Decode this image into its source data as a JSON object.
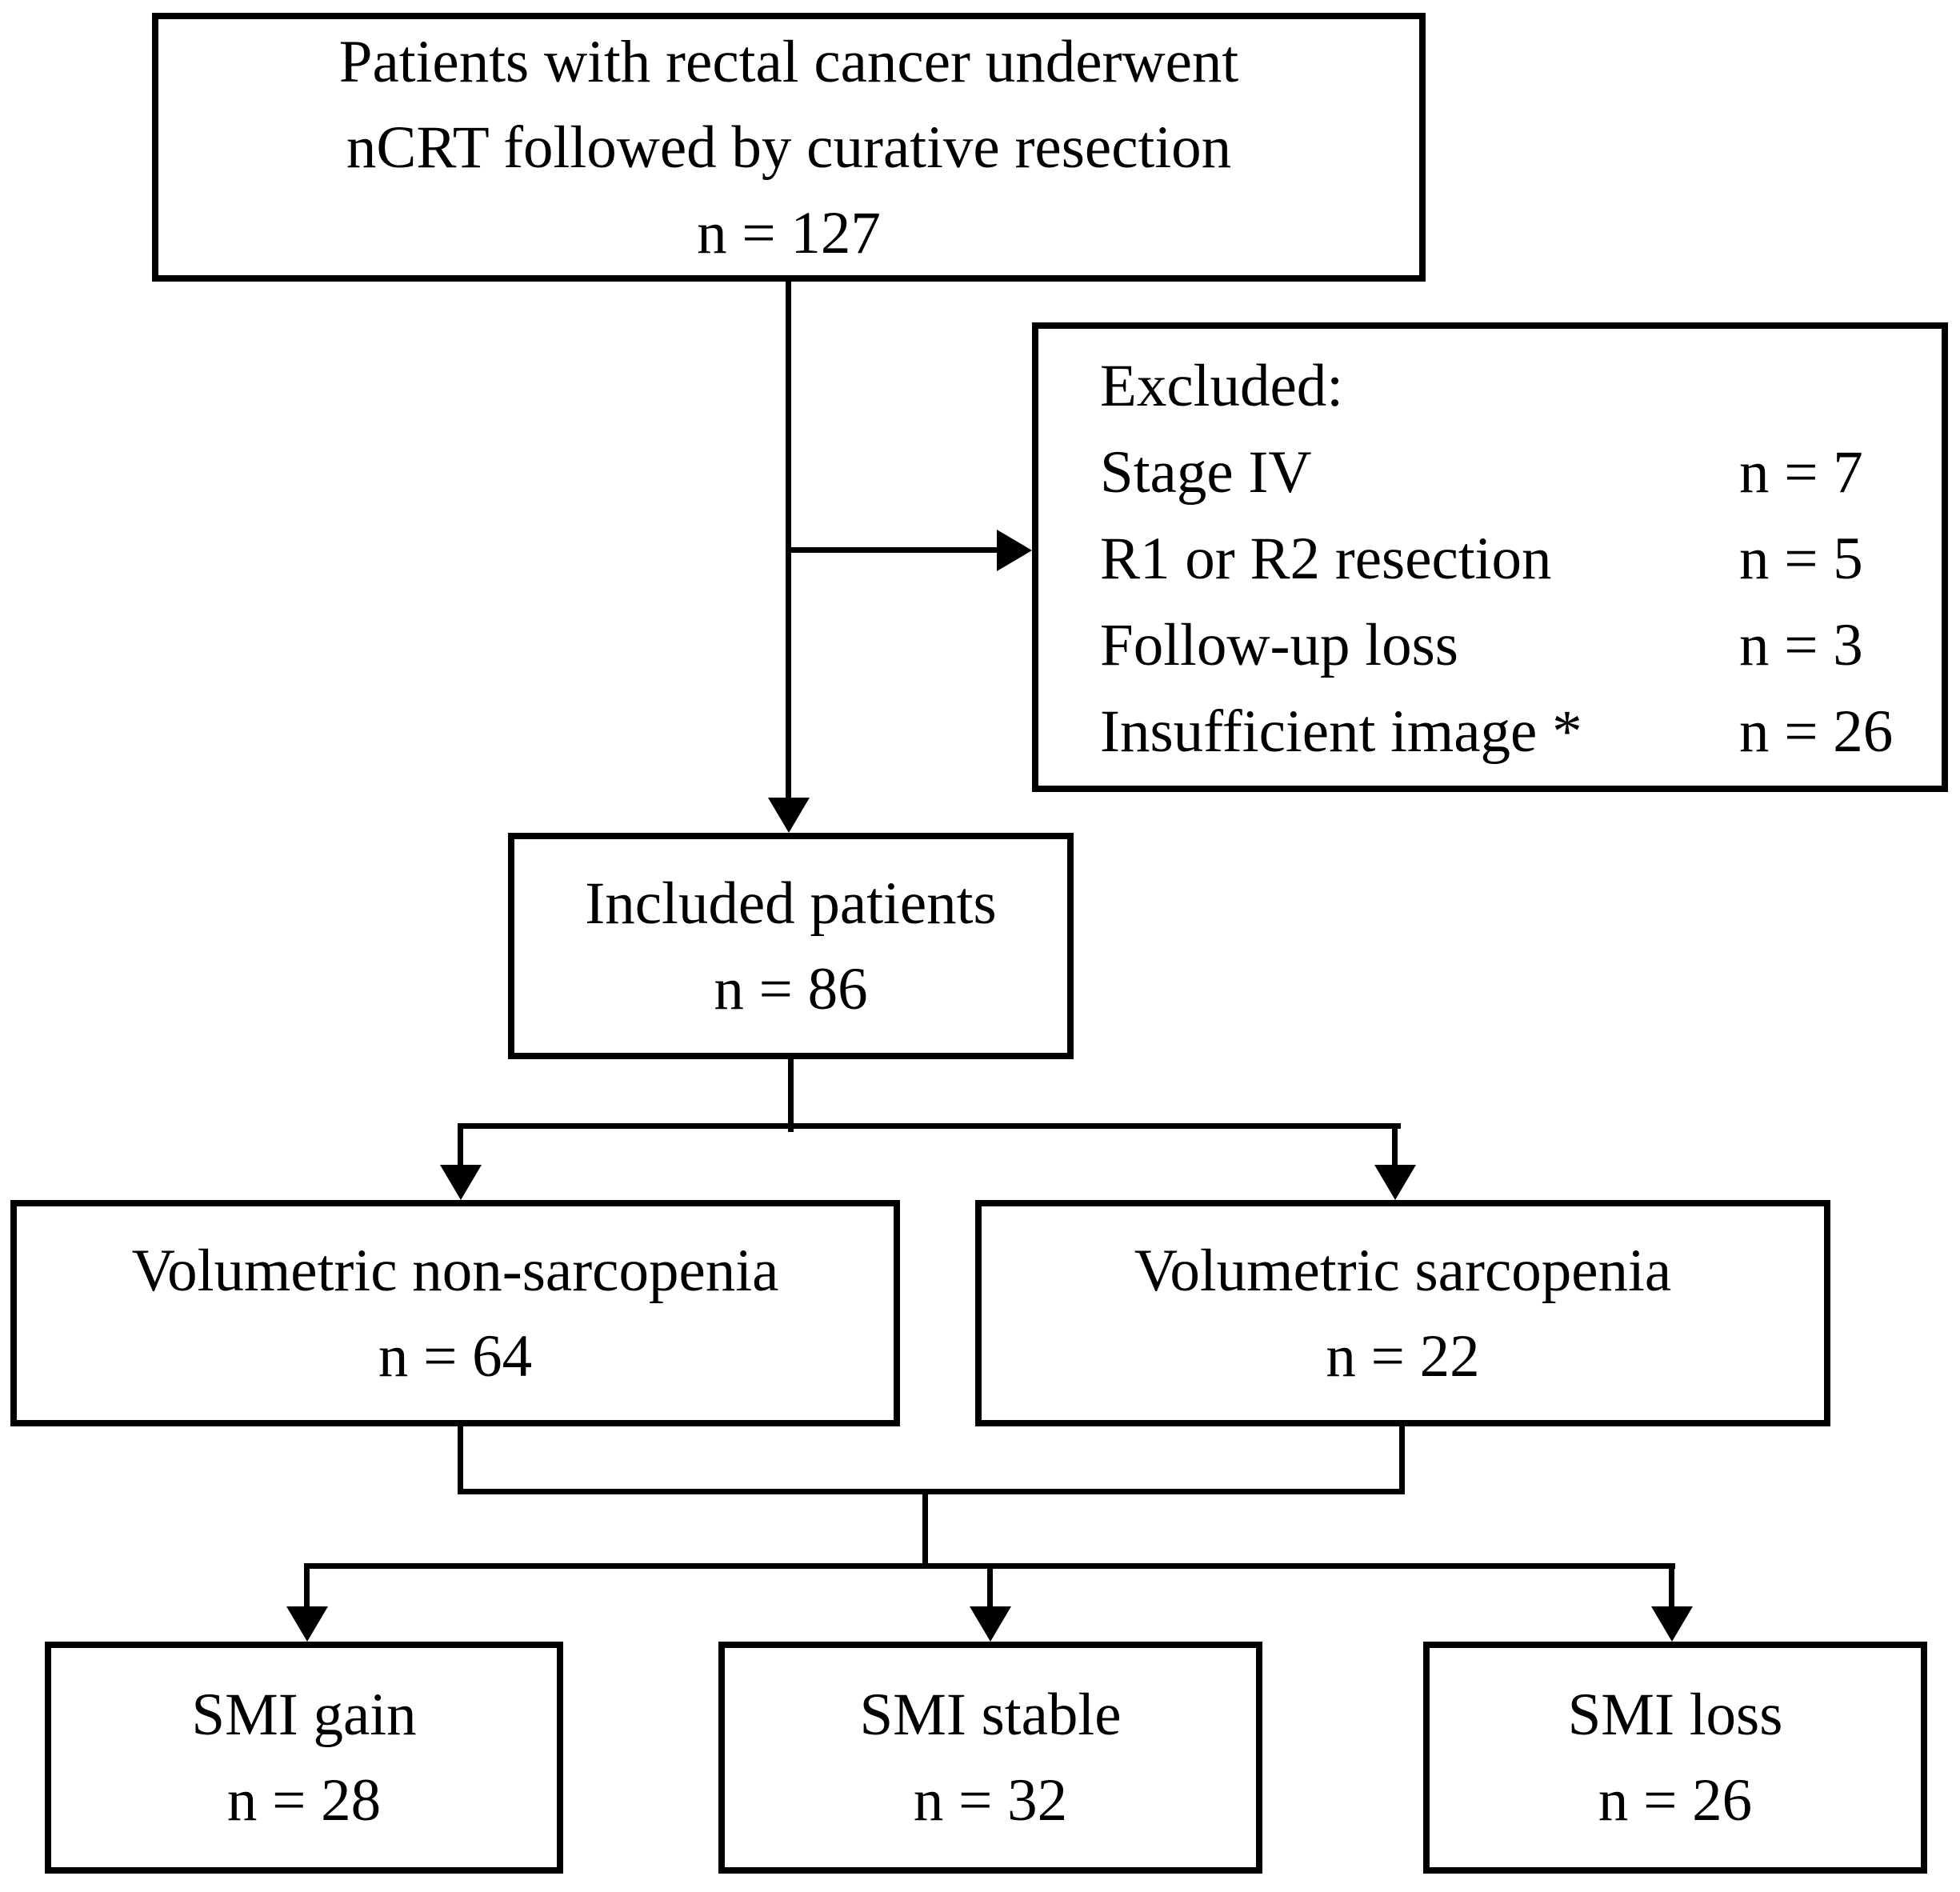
{
  "colors": {
    "background": "#ffffff",
    "line": "#000000",
    "text": "#000000",
    "box_fill": "#ffffff"
  },
  "flowchart": {
    "enrollment_box": {
      "line1": "Patients with rectal cancer underwent",
      "line2": "nCRT followed by curative resection",
      "count": "n = 127"
    },
    "excluded_box": {
      "title": "Excluded:",
      "items": [
        {
          "label": "Stage IV",
          "count": "n = 7"
        },
        {
          "label": "R1 or R2 resection",
          "count": "n = 5"
        },
        {
          "label": "Follow-up loss",
          "count": "n = 3"
        },
        {
          "label": "Insufficient image *",
          "count": "n = 26"
        }
      ]
    },
    "included_box": {
      "line1": "Included patients",
      "count": "n = 86"
    },
    "non_sarcopenia_box": {
      "line1": "Volumetric non-sarcopenia",
      "count": "n = 64"
    },
    "sarcopenia_box": {
      "line1": "Volumetric sarcopenia",
      "count": "n = 22"
    },
    "smi_gain_box": {
      "line1": "SMI gain",
      "count": "n = 28"
    },
    "smi_stable_box": {
      "line1": "SMI stable",
      "count": "n = 32"
    },
    "smi_loss_box": {
      "line1": "SMI loss",
      "count": "n = 26"
    }
  }
}
